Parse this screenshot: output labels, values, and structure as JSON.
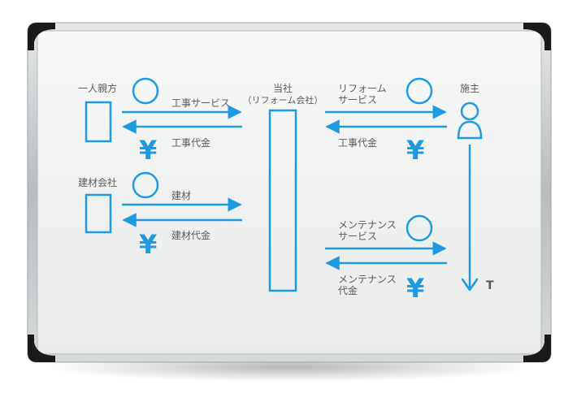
{
  "colors": {
    "accent": "#1e9be0",
    "text": "#5a5a5a",
    "board": "#f3f4f4",
    "frame": "#c9cccd",
    "corner": "#1a1a1a"
  },
  "diagram": {
    "left_top": {
      "entity": "一人親方",
      "flow_out": "工事サービス",
      "flow_in": "工事代金"
    },
    "left_bottom": {
      "entity": "建材会社",
      "flow_out": "建材",
      "flow_in": "建材代金"
    },
    "center": {
      "title": "当社",
      "subtitle": "（リフォーム会社）"
    },
    "right_top": {
      "entity": "施主",
      "flow_out_line1": "リフォーム",
      "flow_out_line2": "サービス",
      "flow_in": "工事代金"
    },
    "right_bottom": {
      "flow_out_line1": "メンテナンス",
      "flow_out_line2": "サービス",
      "flow_in_line1": "メンテナンス",
      "flow_in_line2": "代金"
    },
    "yen_symbol": "¥",
    "timeline_marker": "T"
  }
}
